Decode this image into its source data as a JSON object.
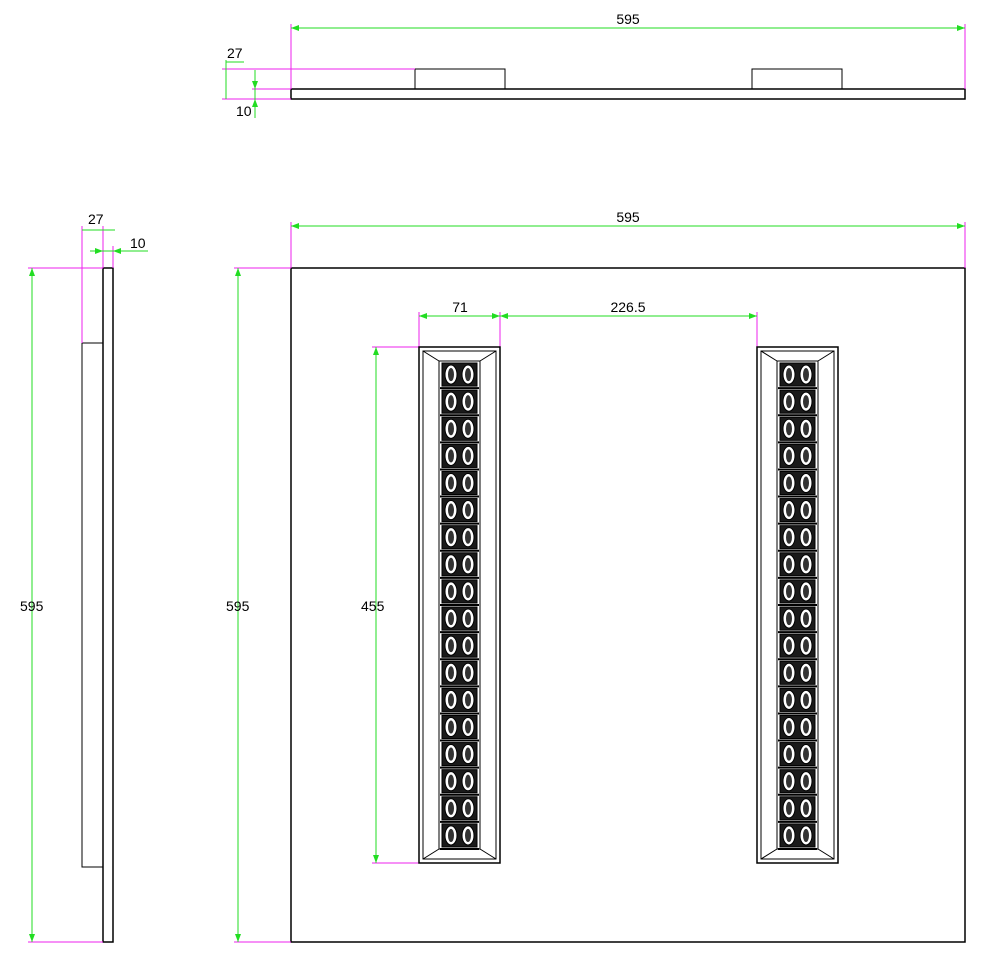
{
  "top_view": {
    "width_label": "595",
    "height_label": "27",
    "thickness_label": "10"
  },
  "side_view": {
    "height_label": "595",
    "depth_label": "27",
    "thickness_label": "10"
  },
  "front_view": {
    "width_label": "595",
    "height_label": "595",
    "module_width_label": "71",
    "module_spacing_label": "226.5",
    "module_length_label": "455"
  },
  "colors": {
    "dimension_line": "#22dd22",
    "extension_line": "#ee22ee",
    "outline": "#000000"
  }
}
